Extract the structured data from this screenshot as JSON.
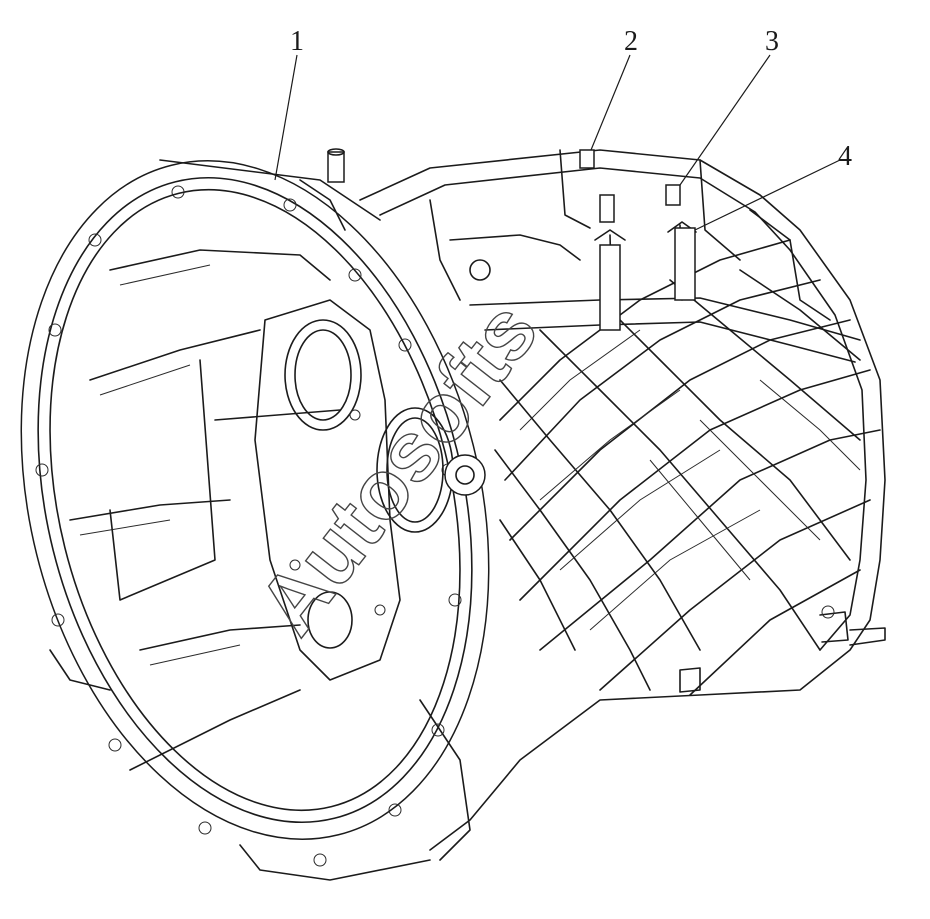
{
  "callouts": [
    "1",
    "2",
    "3",
    "4"
  ],
  "watermark": "Autosofts"
}
